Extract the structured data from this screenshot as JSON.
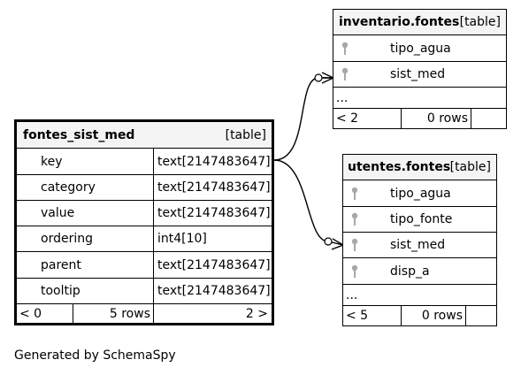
{
  "tables": {
    "main": {
      "name": "fontes_sist_med",
      "type_tag": "[table]",
      "columns": [
        {
          "name": "key",
          "type": "text[2147483647]"
        },
        {
          "name": "category",
          "type": "text[2147483647]"
        },
        {
          "name": "value",
          "type": "text[2147483647]"
        },
        {
          "name": "ordering",
          "type": "int4[10]"
        },
        {
          "name": "parent",
          "type": "text[2147483647]"
        },
        {
          "name": "tooltip",
          "type": "text[2147483647]"
        }
      ],
      "footer": {
        "left": "< 0",
        "rows": "5 rows",
        "right": "2 >"
      }
    },
    "inventario": {
      "name": "inventario.fontes",
      "type_tag": "[table]",
      "columns": [
        {
          "name": "tipo_agua",
          "key_icon": "key-icon"
        },
        {
          "name": "sist_med",
          "key_icon": "key-icon"
        }
      ],
      "ellipsis": "...",
      "footer": {
        "left": "< 2",
        "rows": "0 rows"
      }
    },
    "utentes": {
      "name": "utentes.fontes",
      "type_tag": "[table]",
      "columns": [
        {
          "name": "tipo_agua",
          "key_icon": "key-icon"
        },
        {
          "name": "tipo_fonte",
          "key_icon": "key-icon"
        },
        {
          "name": "sist_med",
          "key_icon": "key-icon"
        },
        {
          "name": "disp_a",
          "key_icon": "key-icon"
        }
      ],
      "ellipsis": "...",
      "footer": {
        "left": "< 5",
        "rows": "0 rows"
      }
    }
  },
  "relations": [
    {
      "from": "fontes_sist_med.key",
      "to": "inventario.fontes.sist_med"
    },
    {
      "from": "fontes_sist_med.key",
      "to": "utentes.fontes.sist_med"
    }
  ],
  "footer_text": "Generated by SchemaSpy",
  "colors": {
    "header_bg": "#f4f4f4",
    "border": "#000000",
    "key_icon": "#a8a8a8"
  }
}
